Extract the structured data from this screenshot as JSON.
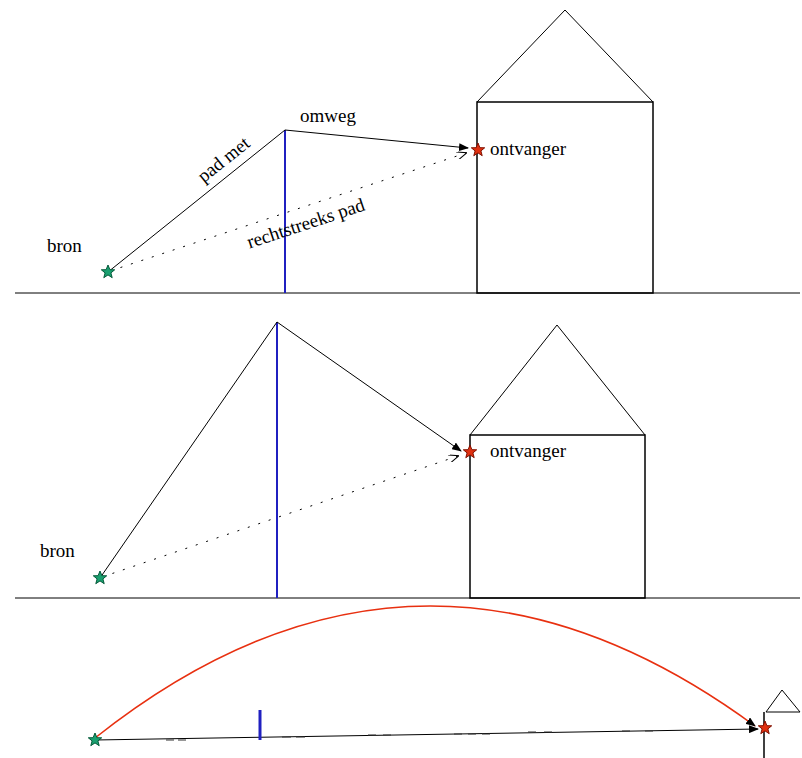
{
  "diagram": {
    "labels": [
      "bron",
      "pad met",
      "omweg",
      "rechtstreeks pad",
      "ontvanger",
      "bron",
      "ontvanger"
    ]
  }
}
